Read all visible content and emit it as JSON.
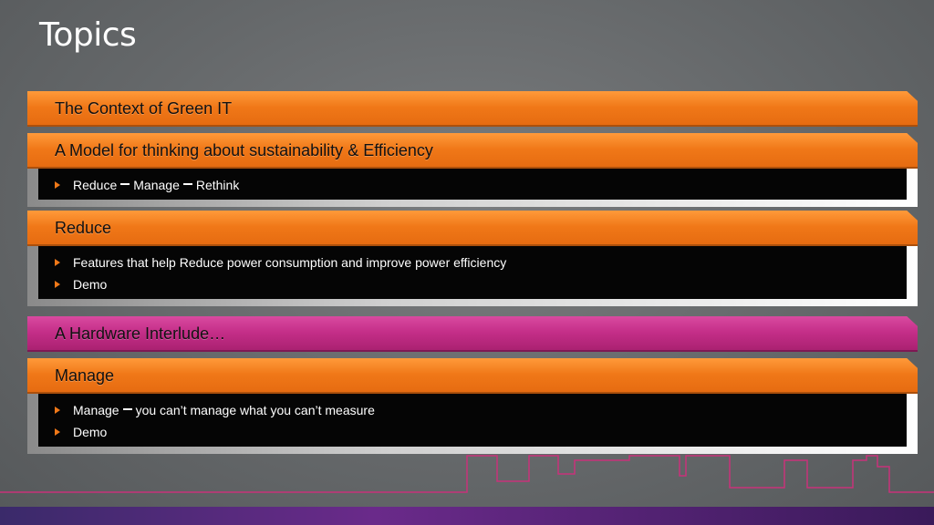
{
  "slide": {
    "title": "Topics",
    "sections": [
      {
        "title": "The Context of Green IT",
        "color": "orange",
        "bullets": []
      },
      {
        "title": "A Model for thinking about sustainability & Efficiency",
        "color": "orange",
        "bullets": [
          [
            "Reduce",
            "Manage",
            "Rethink"
          ]
        ]
      },
      {
        "title": "Reduce",
        "color": "orange",
        "bullets": [
          "Features that help Reduce power consumption and improve power efficiency",
          "Demo"
        ]
      },
      {
        "title": "A Hardware Interlude…",
        "color": "pink",
        "bullets": []
      },
      {
        "title": "Manage",
        "color": "orange",
        "bullets": [
          "you can’t manage what you can’t measure",
          "Demo"
        ],
        "bullet_prefix": "Manage"
      }
    ]
  },
  "colors": {
    "orange": "#f07818",
    "pink": "#c42e88",
    "background": "#65686a",
    "skyline": "#c8327a"
  }
}
